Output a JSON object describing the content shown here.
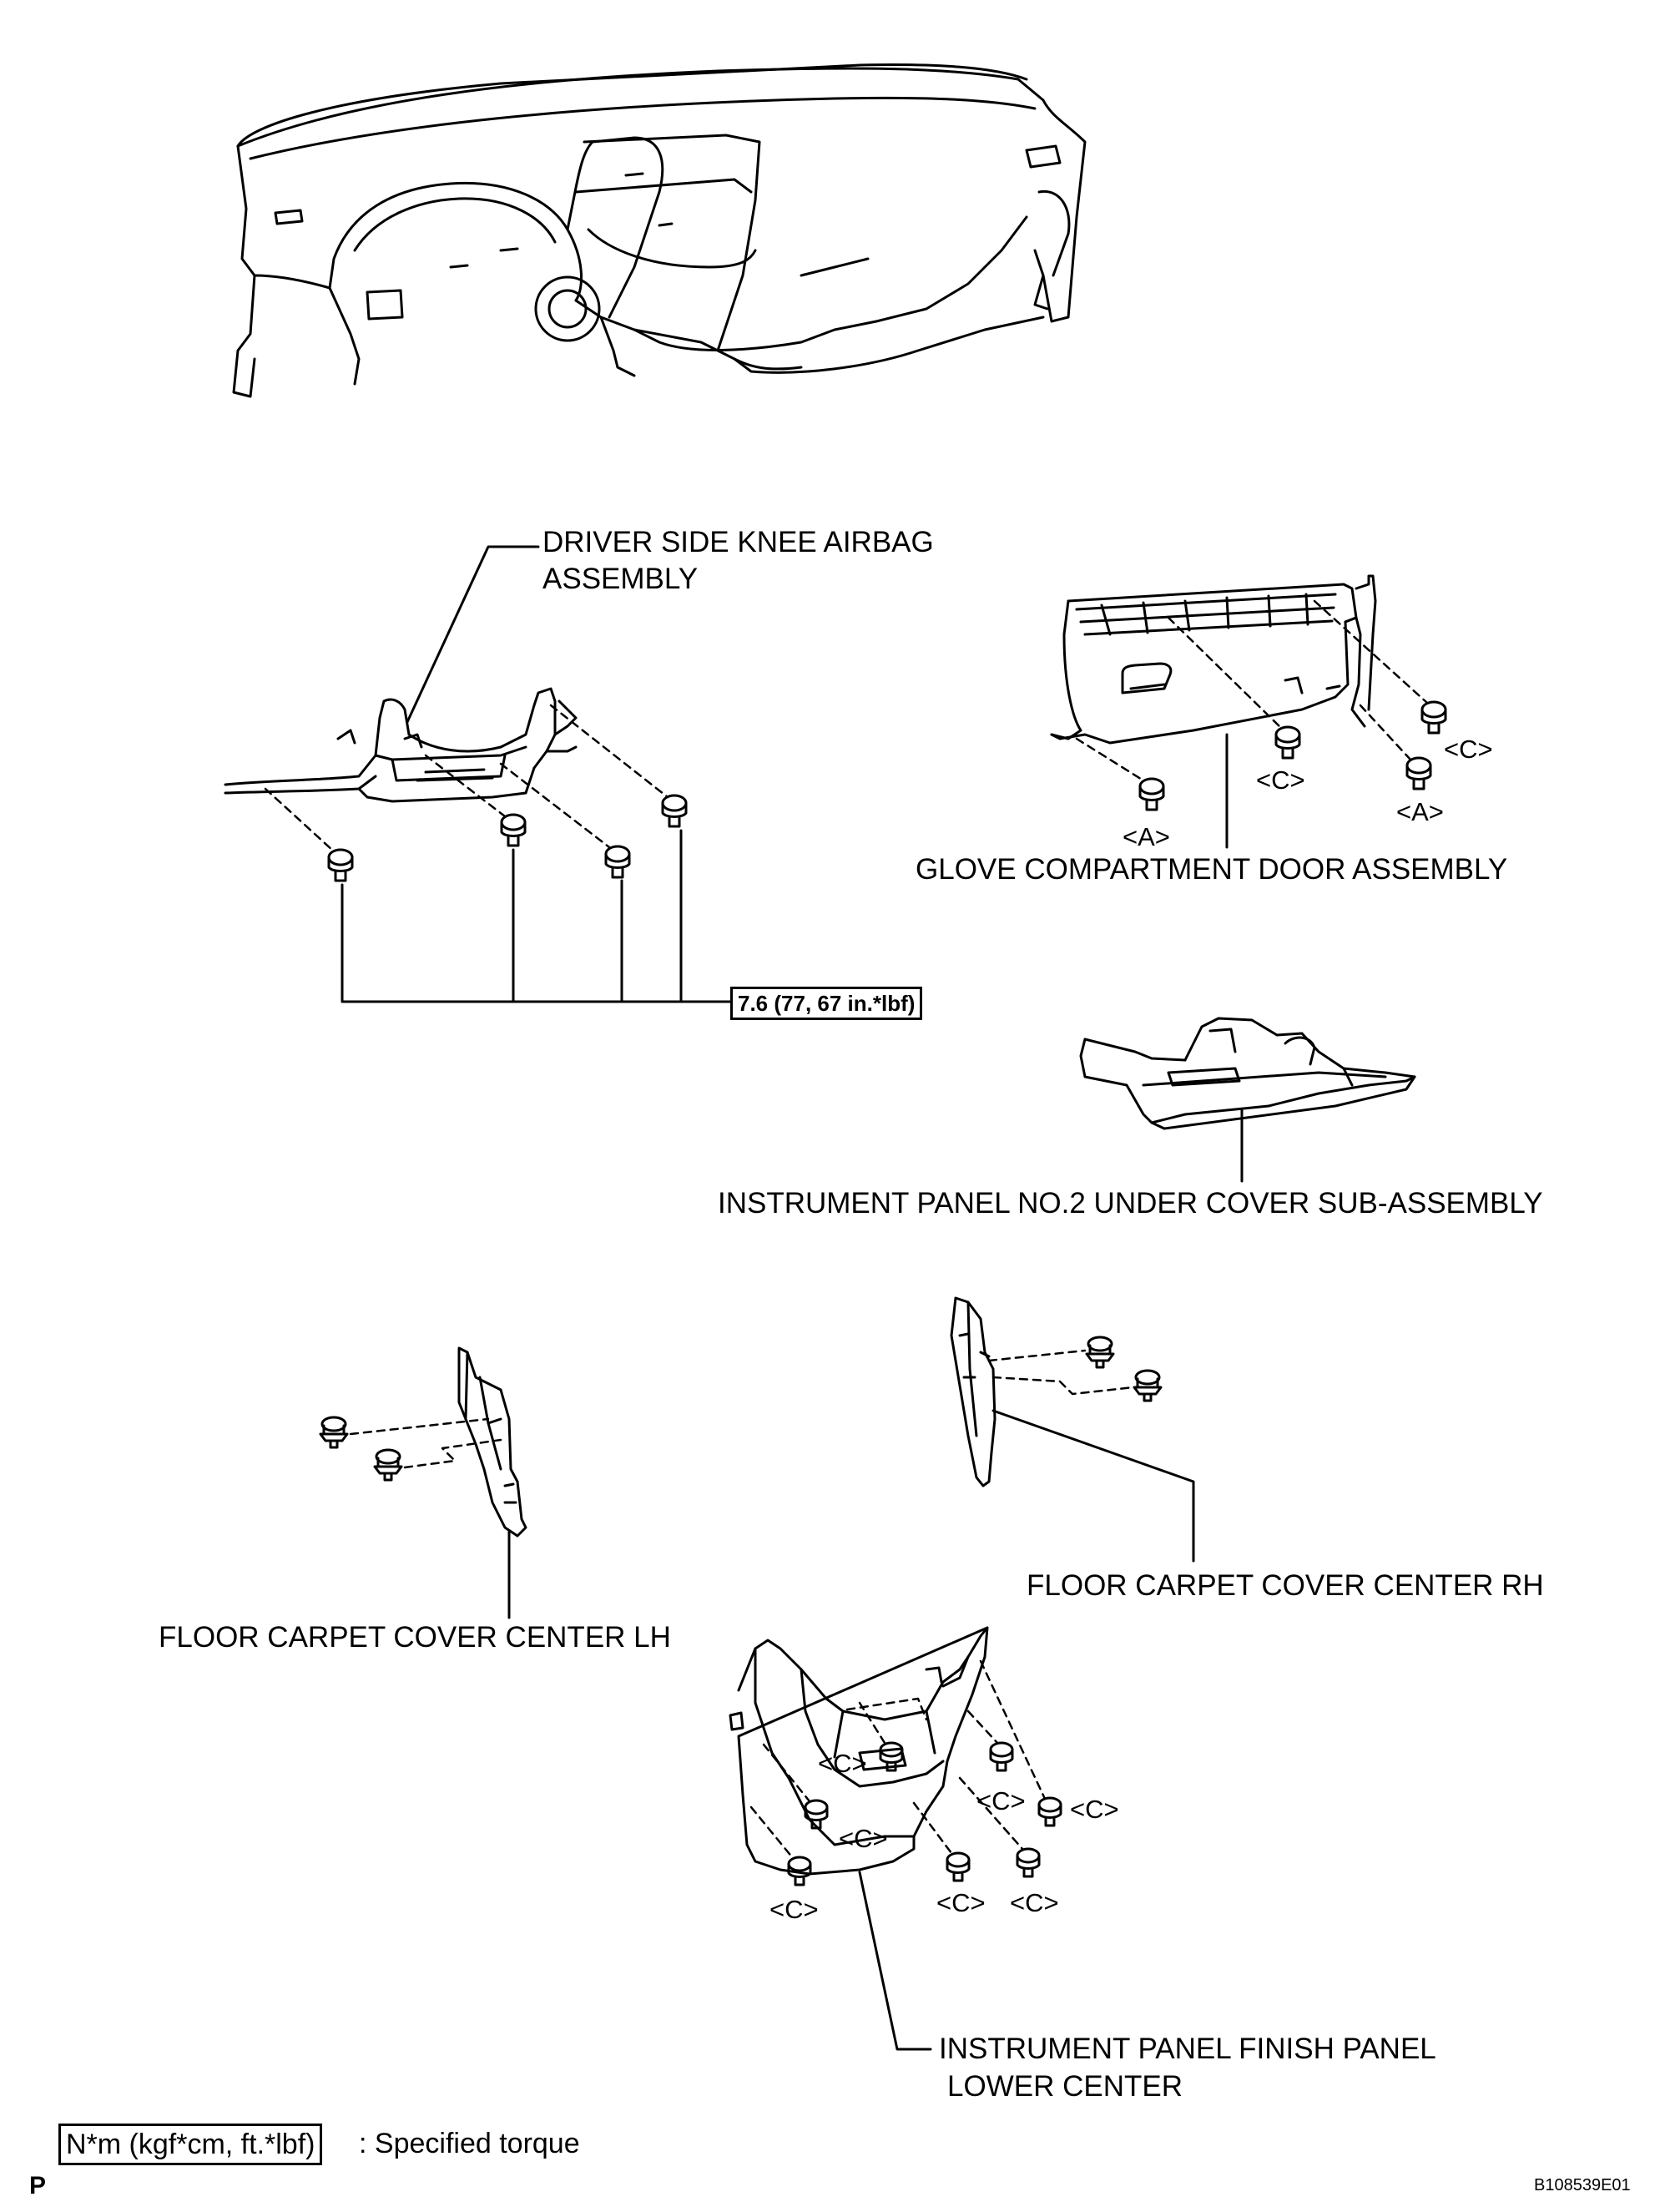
{
  "labels": {
    "driver_knee_airbag": [
      "DRIVER SIDE KNEE AIRBAG",
      "ASSEMBLY"
    ],
    "glove_door": "GLOVE COMPARTMENT DOOR ASSEMBLY",
    "under_cover": "INSTRUMENT PANEL NO.2 UNDER COVER SUB-ASSEMBLY",
    "carpet_rh": "FLOOR CARPET COVER CENTER RH",
    "carpet_lh": "FLOOR CARPET COVER CENTER LH",
    "finish_panel": [
      "INSTRUMENT PANEL FINISH PANEL",
      "LOWER CENTER"
    ]
  },
  "torque": "7.6 (77, 67 in.*lbf)",
  "tags": {
    "a": "<A>",
    "c": "<C>"
  },
  "legend": {
    "box": "N*m (kgf*cm, ft.*lbf)",
    "text": ": Specified torque"
  },
  "footer": {
    "page_letter": "P",
    "figure_id": "B108539E01"
  }
}
